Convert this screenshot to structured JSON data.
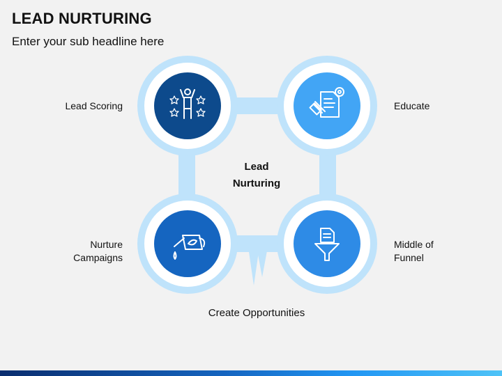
{
  "header": {
    "title": "LEAD NURTURING",
    "subtitle": "Enter your sub headline here"
  },
  "diagram": {
    "center_label_line1": "Lead",
    "center_label_line2": "Nurturing",
    "bottom_label": "Create Opportunities",
    "nodes": [
      {
        "label_line1": "Lead Scoring",
        "label_line2": "",
        "icon": "winner-stars-icon",
        "color": "#0d4a8c"
      },
      {
        "label_line1": "Educate",
        "label_line2": "",
        "icon": "certificate-icon",
        "color": "#42a5f5"
      },
      {
        "label_line1": "Nurture",
        "label_line2": "Campaigns",
        "icon": "watering-can-icon",
        "color": "#1565c0"
      },
      {
        "label_line1": "Middle of",
        "label_line2": "Funnel",
        "icon": "document-funnel-icon",
        "color": "#2e8be6"
      }
    ],
    "ring_color": "#bfe3fb",
    "connector_color": "#bfe3fb"
  }
}
